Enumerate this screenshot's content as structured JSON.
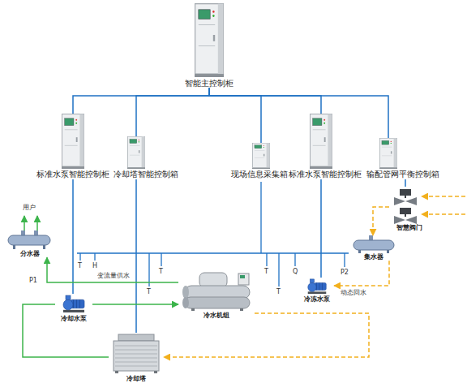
{
  "diagram": {
    "nodes": [
      {
        "text": [
          "智能主控制柜"
        ]
      },
      {
        "text": [
          "标准水泵智能控制柜"
        ]
      },
      {
        "text": [
          "冷却塔智能控制箱"
        ]
      },
      {
        "text": [
          "现场信息采集箱"
        ]
      },
      {
        "text": [
          "标准水泵智能控制柜"
        ]
      },
      {
        "text": [
          "输配管网平衡控制箱"
        ]
      },
      {
        "text": [
          "分水器"
        ]
      },
      {
        "text": [
          "集水器"
        ]
      },
      {
        "text": [
          "智慧阀门"
        ]
      },
      {
        "text": [
          "冷却水泵"
        ]
      },
      {
        "text": [
          "冷水机组"
        ]
      },
      {
        "text": [
          "冷冻水泵"
        ]
      },
      {
        "text": [
          "冷却塔"
        ]
      }
    ],
    "edges": [
      {
        "from": 0,
        "to": 1,
        "arrow": "none"
      },
      {
        "from": 0,
        "to": 2,
        "arrow": "none"
      },
      {
        "from": 0,
        "to": 3,
        "arrow": "none"
      },
      {
        "from": 0,
        "to": 4,
        "arrow": "none"
      },
      {
        "from": 0,
        "to": 5,
        "arrow": "none"
      },
      {
        "from": 1,
        "to": 9,
        "arrow": "none"
      },
      {
        "from": 2,
        "to": 12,
        "arrow": "none"
      },
      {
        "from": 4,
        "to": 11,
        "arrow": "none"
      },
      {
        "from": 5,
        "to": 8,
        "arrow": "none"
      },
      {
        "from": 9,
        "to": 10,
        "arrow": "to"
      },
      {
        "from": 12,
        "to": 9,
        "arrow": "none"
      },
      {
        "from": 10,
        "to": 12,
        "arrow": "to"
      },
      {
        "from": 10,
        "to": 6,
        "label": "变流量供水",
        "arrow": "to"
      },
      {
        "from": 7,
        "to": 11,
        "label": "动态回水",
        "arrow": "to"
      },
      {
        "from": 8,
        "to": 7,
        "arrow": "to"
      }
    ],
    "labels": [
      "用户",
      "T",
      "H",
      "P1",
      "T",
      "T",
      "T",
      "Q",
      "T",
      "P2"
    ]
  }
}
